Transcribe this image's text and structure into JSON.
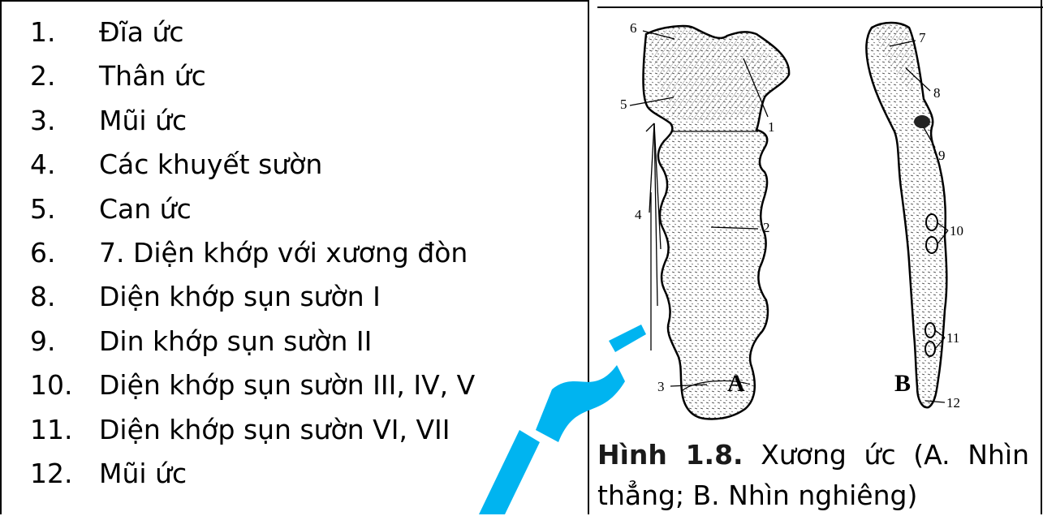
{
  "legend": [
    {
      "num": "1.",
      "text": "Đĩa ức"
    },
    {
      "num": "2.",
      "text": "Thân ức"
    },
    {
      "num": "3.",
      "text": "Mũi ức"
    },
    {
      "num": "4.",
      "text": "Các khuyết sườn"
    },
    {
      "num": "5.",
      "text": "Can ức"
    },
    {
      "num": "6.",
      "text": "7. Diện khớp với xương đòn"
    },
    {
      "num": "8.",
      "text": "Diện khớp sụn sườn I"
    },
    {
      "num": "9.",
      "text": "Din khớp sụn sườn II"
    },
    {
      "num": "10.",
      "text": "Diện khớp sụn sườn III, IV, V"
    },
    {
      "num": "11.",
      "text": "Diện khớp sụn sườn VI, VII"
    },
    {
      "num": "12.",
      "text": "Mũi ức"
    }
  ],
  "figure": {
    "view_a_label": "A",
    "view_b_label": "B",
    "callouts_a": [
      "6",
      "5",
      "1",
      "4",
      "2",
      "3"
    ],
    "callouts_b": [
      "7",
      "8",
      "9",
      "10",
      "11",
      "12"
    ]
  },
  "caption": {
    "bold": "Hình 1.8.",
    "text": " Xương ức (A. Nhìn thẳng; B. Nhìn nghiêng)"
  },
  "colors": {
    "watermark": "#00b4f0",
    "caption_bold": "#1a1a1a"
  }
}
